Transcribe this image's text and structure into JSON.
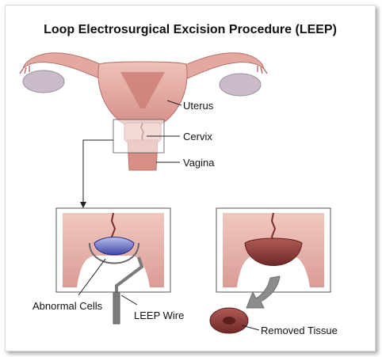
{
  "title": "Loop Electrosurgical Excision Procedure (LEEP)",
  "labels": {
    "uterus": "Uterus",
    "cervix": "Cervix",
    "vagina": "Vagina",
    "abnormal_cells": "Abnormal Cells",
    "leep_wire": "LEEP Wire",
    "removed_tissue": "Removed Tissue"
  },
  "colors": {
    "tissue": "#e8b3aa",
    "tissue_dark": "#c97a72",
    "muscle": "#dca49b",
    "ovary": "#c9bcc8",
    "abnormal_cells": "#3e46a6",
    "removed_tissue": "#8a3a37",
    "wire": "#7b7b7b"
  }
}
